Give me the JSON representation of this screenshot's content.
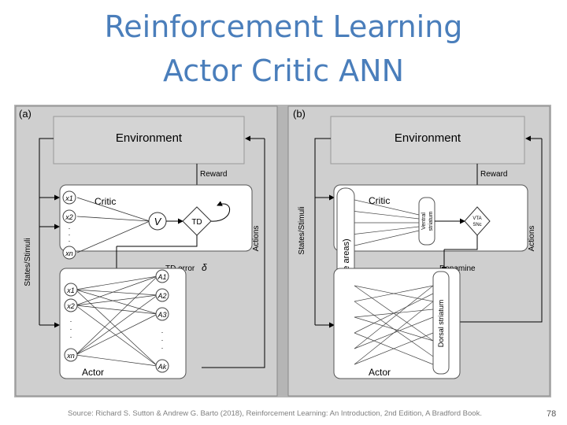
{
  "slide": {
    "title_line1": "Reinforcement Learning",
    "title_line2": "Actor Critic ANN",
    "source": "Source: Richard S. Sutton & Andrew G. Barto (2018), Reinforcement Learning: An Introduction, 2nd Edition, A Bradford Book.",
    "page_number": "78"
  },
  "panel_a": {
    "label": "(a)",
    "environment": "Environment",
    "reward": "Reward",
    "states": "States/Stimuli",
    "actions": "Actions",
    "critic": "Critic",
    "value": "V",
    "td": "TD",
    "td_error": "TD error",
    "delta": "δ",
    "actor": "Actor",
    "inputs_critic": [
      "x1",
      "x2",
      "xn"
    ],
    "inputs_actor": [
      "x1",
      "x2",
      "xn"
    ],
    "outputs": [
      "A1",
      "A2",
      "A3",
      "Ak"
    ]
  },
  "panel_b": {
    "label": "(b)",
    "environment": "Environment",
    "reward": "Reward",
    "states": "States/Stimuli",
    "actions": "Actions",
    "critic": "Critic",
    "ventral": [
      "Ventral",
      "striatum"
    ],
    "vta": [
      "VTA",
      "SNc"
    ],
    "cortex": "Cortex (multiple areas)",
    "dopamine": "Dopamine",
    "dorsal": "Dorsal striatum",
    "actor": "Actor"
  },
  "colors": {
    "title": "#4a7ebb",
    "background": "#b5b5b5",
    "box": "#d3d3d3"
  }
}
